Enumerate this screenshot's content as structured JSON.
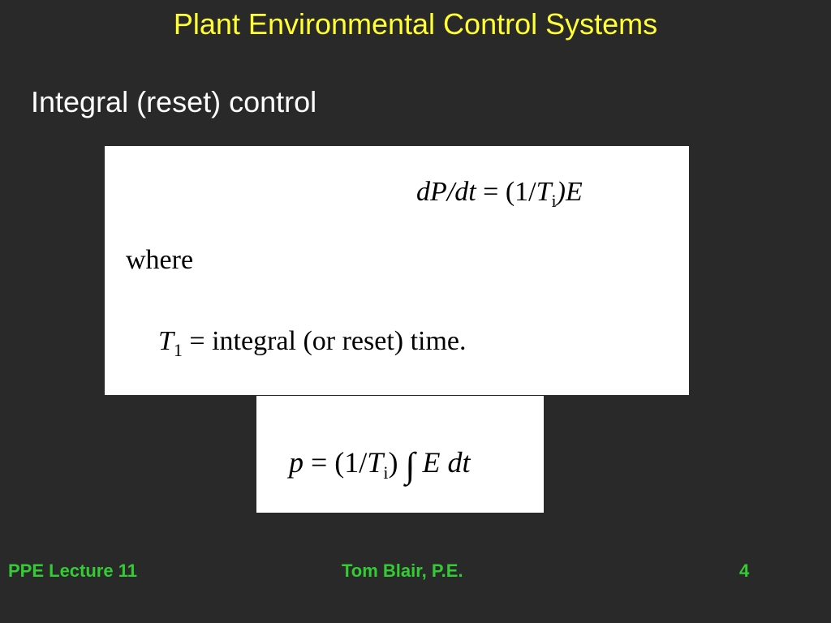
{
  "slide": {
    "title": "Plant Environmental Control Systems",
    "subtitle": "Integral (reset) control"
  },
  "equations": {
    "rate_lhs": "dP/dt",
    "rate_eq": " = (1/",
    "rate_T": "T",
    "rate_sub": "i",
    "rate_rhs": ")E",
    "where": "where",
    "def_T": "T",
    "def_sub": "1",
    "def_text": " = integral (or reset) time.",
    "int_p": "p",
    "int_eq": " = (1/",
    "int_T": "T",
    "int_sub": "i",
    "int_close": ") ",
    "int_sign": "∫",
    "int_body": " E dt"
  },
  "footer": {
    "left": "PPE Lecture 11",
    "center": "Tom Blair, P.E.",
    "page": "4"
  },
  "colors": {
    "background": "#292929",
    "title": "#ffff33",
    "subtitle": "#ffffff",
    "footer": "#33cc33"
  }
}
